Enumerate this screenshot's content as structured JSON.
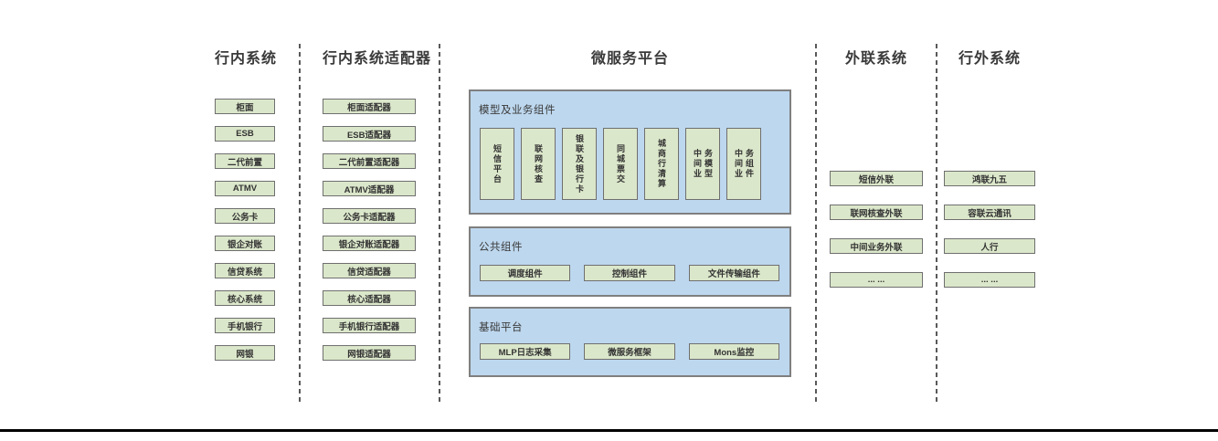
{
  "diagram": {
    "columns": {
      "internal": {
        "title": "行内系统",
        "boxes": [
          "柜面",
          "ESB",
          "二代前置",
          "ATMV",
          "公务卡",
          "银企对账",
          "信贷系统",
          "核心系统",
          "手机银行",
          "网银"
        ]
      },
      "adapters": {
        "title": "行内系统适配器",
        "boxes": [
          "柜面适配器",
          "ESB适配器",
          "二代前置适配器",
          "ATMV适配器",
          "公务卡适配器",
          "银企对账适配器",
          "信贷适配器",
          "核心适配器",
          "手机银行适配器",
          "网银适配器"
        ]
      },
      "platform": {
        "title": "微服务平台",
        "panels": {
          "model": {
            "label": "模型及业务组件",
            "boxes": [
              "短信平台",
              "联网核查",
              "银联及银行卡",
              "同城票交",
              "城商行清算",
              "中间业\n务模型",
              "中间业\n务组件"
            ]
          },
          "common": {
            "label": "公共组件",
            "boxes": [
              "调度组件",
              "控制组件",
              "文件传输组件"
            ]
          },
          "base": {
            "label": "基础平台",
            "boxes": [
              "MLP日志采集",
              "微服务框架",
              "Mons监控"
            ]
          }
        }
      },
      "outbound": {
        "title": "外联系统",
        "boxes": [
          "短信外联",
          "联网核查外联",
          "中间业务外联",
          "... ..."
        ]
      },
      "external": {
        "title": "行外系统",
        "boxes": [
          "鸿联九五",
          "容联云通讯",
          "人行",
          "... ..."
        ]
      }
    },
    "colors": {
      "box_fill": "#dbe7ca",
      "box_border": "#6f6f6f",
      "panel_fill": "#bdd7ee",
      "panel_border": "#7f7f7f",
      "text": "#3f3f3f",
      "divider": "#595959",
      "bottom_rule": "#000000"
    }
  }
}
